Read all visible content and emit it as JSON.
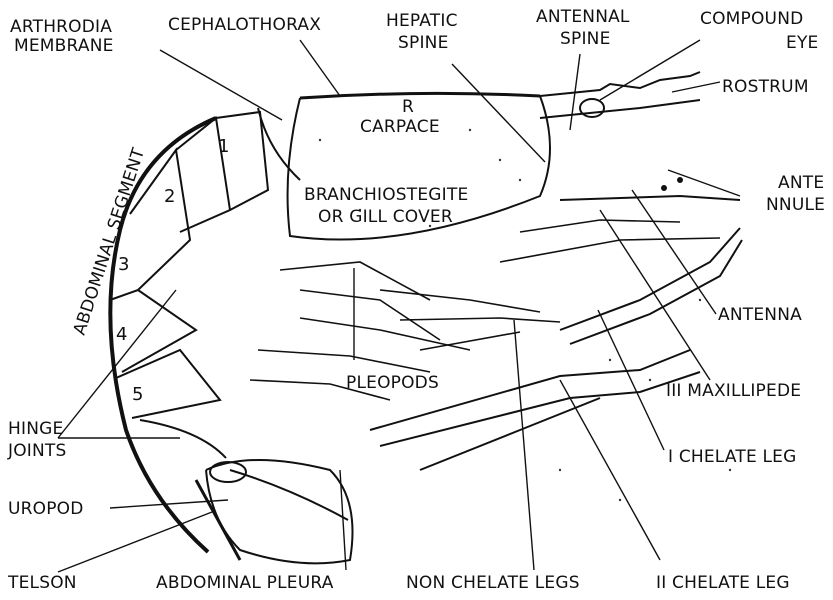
{
  "labels": {
    "arthrodia_1": "ARTHRODIA",
    "arthrodia_2": "MEMBRANE",
    "cephalothorax": "CEPHALOTHORAX",
    "hepatic_1": "HEPATIC",
    "hepatic_2": "SPINE",
    "antennal_1": "ANTENNAL",
    "antennal_2": "SPINE",
    "compound_1": "COMPOUND",
    "compound_2": "EYE",
    "rostrum": "ROSTRUM",
    "antennule_1": "ANTE",
    "antennule_2": "NNULE",
    "antenna": "ANTENNA",
    "maxillipede": "III MAXILLIPEDE",
    "chelate_1": "I CHELATE LEG",
    "chelate_2": "II CHELATE LEG",
    "non_chelate": "NON CHELATE LEGS",
    "abdominal_pleura": "ABDOMINAL PLEURA",
    "telson": "TELSON",
    "uropod": "UROPOD",
    "hinge_1": "HINGE",
    "hinge_2": "JOINTS",
    "pleopods": "PLEOPODS",
    "abdominal_segment": "ABDOMINAL SEGMENT",
    "carapace_mark": "R",
    "carapace": "CARPACE",
    "branchiostegite_1": "BRANCHIOSTEGITE",
    "branchiostegite_2": "OR GILL COVER"
  },
  "segments": [
    "1",
    "2",
    "3",
    "4",
    "5"
  ]
}
